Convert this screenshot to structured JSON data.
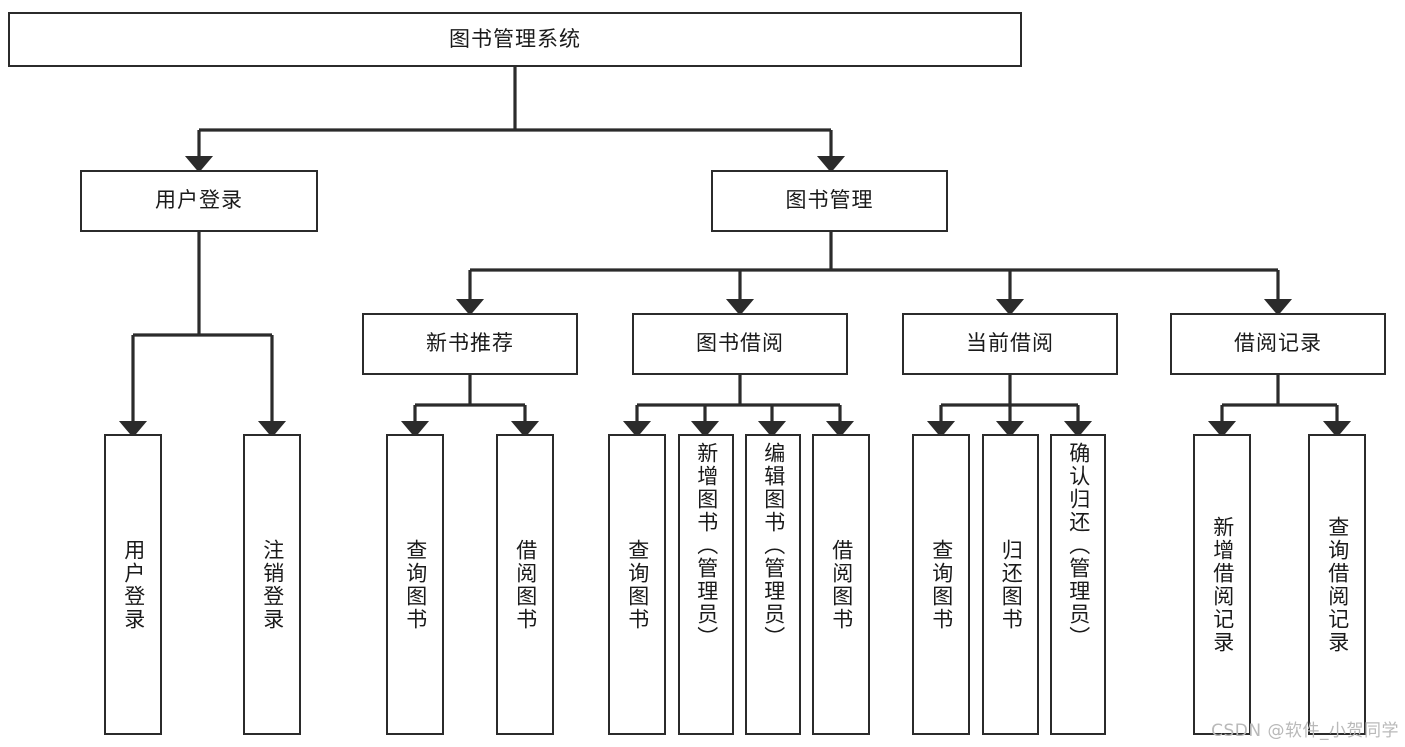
{
  "diagram": {
    "type": "tree",
    "title": "图书管理系统",
    "watermark": "CSDN @软件_小贺同学",
    "colors": {
      "box_border": "#2b2b2b",
      "box_fill": "#ffffff",
      "edge": "#2b2b2b",
      "text": "#1a1a1a",
      "watermark": "#b9b9b9"
    },
    "nodes": {
      "root": {
        "label": "图书管理系统",
        "level": 1,
        "orientation": "horizontal"
      },
      "user_login": {
        "label": "用户登录",
        "level": 2,
        "orientation": "horizontal"
      },
      "book_manage": {
        "label": "图书管理",
        "level": 2,
        "orientation": "horizontal"
      },
      "new_book_rec": {
        "label": "新书推荐",
        "level": 3,
        "orientation": "horizontal"
      },
      "book_borrow": {
        "label": "图书借阅",
        "level": 3,
        "orientation": "horizontal"
      },
      "current_borrow": {
        "label": "当前借阅",
        "level": 3,
        "orientation": "horizontal"
      },
      "borrow_record": {
        "label": "借阅记录",
        "level": 3,
        "orientation": "horizontal"
      },
      "leaf_user_login": {
        "label": "用户登录",
        "level": 4,
        "orientation": "vertical"
      },
      "leaf_logout": {
        "label": "注销登录",
        "level": 4,
        "orientation": "vertical"
      },
      "leaf_query_book_1": {
        "label": "查询图书",
        "level": 4,
        "orientation": "vertical"
      },
      "leaf_borrow_book_1": {
        "label": "借阅图书",
        "level": 4,
        "orientation": "vertical"
      },
      "leaf_query_book_2": {
        "label": "查询图书",
        "level": 4,
        "orientation": "vertical"
      },
      "leaf_add_book": {
        "label": "新增图书（管理员）",
        "level": 4,
        "orientation": "vertical"
      },
      "leaf_edit_book": {
        "label": "编辑图书（管理员）",
        "level": 4,
        "orientation": "vertical"
      },
      "leaf_borrow_book_2": {
        "label": "借阅图书",
        "level": 4,
        "orientation": "vertical"
      },
      "leaf_query_book_3": {
        "label": "查询图书",
        "level": 4,
        "orientation": "vertical"
      },
      "leaf_return_book": {
        "label": "归还图书",
        "level": 4,
        "orientation": "vertical"
      },
      "leaf_confirm_return": {
        "label": "确认归还（管理员）",
        "level": 4,
        "orientation": "vertical"
      },
      "leaf_add_record": {
        "label": "新增借阅记录",
        "level": 4,
        "orientation": "vertical"
      },
      "leaf_query_record": {
        "label": "查询借阅记录",
        "level": 4,
        "orientation": "vertical"
      }
    },
    "edges": [
      {
        "from": "root",
        "to": "user_login"
      },
      {
        "from": "root",
        "to": "book_manage"
      },
      {
        "from": "user_login",
        "to": "leaf_user_login"
      },
      {
        "from": "user_login",
        "to": "leaf_logout"
      },
      {
        "from": "book_manage",
        "to": "new_book_rec"
      },
      {
        "from": "book_manage",
        "to": "book_borrow"
      },
      {
        "from": "book_manage",
        "to": "current_borrow"
      },
      {
        "from": "book_manage",
        "to": "borrow_record"
      },
      {
        "from": "new_book_rec",
        "to": "leaf_query_book_1"
      },
      {
        "from": "new_book_rec",
        "to": "leaf_borrow_book_1"
      },
      {
        "from": "book_borrow",
        "to": "leaf_query_book_2"
      },
      {
        "from": "book_borrow",
        "to": "leaf_add_book"
      },
      {
        "from": "book_borrow",
        "to": "leaf_edit_book"
      },
      {
        "from": "book_borrow",
        "to": "leaf_borrow_book_2"
      },
      {
        "from": "current_borrow",
        "to": "leaf_query_book_3"
      },
      {
        "from": "current_borrow",
        "to": "leaf_return_book"
      },
      {
        "from": "current_borrow",
        "to": "leaf_confirm_return"
      },
      {
        "from": "borrow_record",
        "to": "leaf_add_record"
      },
      {
        "from": "borrow_record",
        "to": "leaf_query_record"
      }
    ]
  }
}
